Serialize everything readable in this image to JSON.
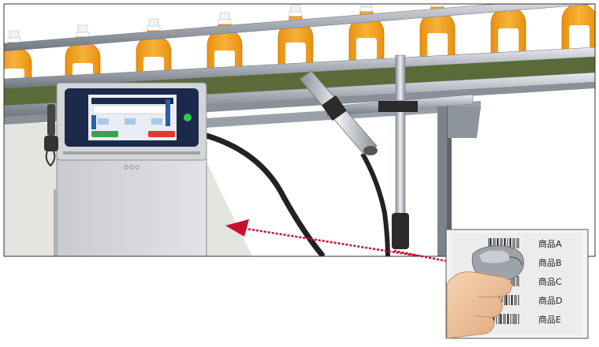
{
  "scanner_card": {
    "items": [
      {
        "label": "商品A"
      },
      {
        "label": "商品B"
      },
      {
        "label": "商品C"
      },
      {
        "label": "商品D"
      },
      {
        "label": "商品E"
      }
    ]
  },
  "colors": {
    "bottle_liquid": "#f5a623",
    "conveyor_belt": "#5a6b3a",
    "screen_frame": "#1b2a4a",
    "ok_button": "#3aa34a",
    "stop_button": "#e03a2e",
    "status_led": "#2ecc55",
    "scan_arrow": "#c8102e"
  }
}
